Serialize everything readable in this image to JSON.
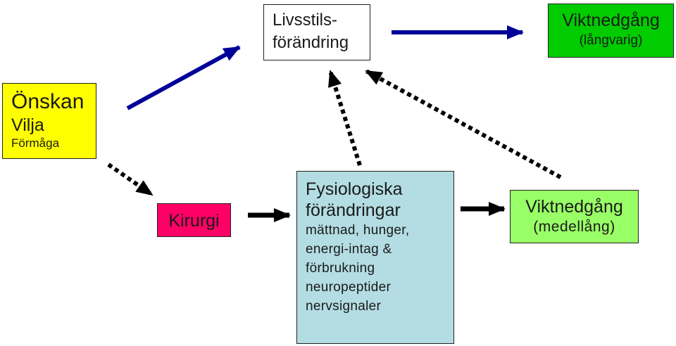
{
  "nodes": {
    "lifestyle": {
      "line1": "Livsstils-",
      "line2": "förändring",
      "fill": "#ffffff"
    },
    "weight_loss_long": {
      "line1": "Viktnedgång",
      "line2": "(långvarig)",
      "fill": "#00cc00"
    },
    "wish": {
      "line1": "Önskan",
      "line2": "Vilja",
      "line3": "Förmåga",
      "fill": "#ffff00"
    },
    "surgery": {
      "line1": "Kirurgi",
      "fill": "#ff0066"
    },
    "physiology": {
      "title1": "Fysiologiska",
      "title2": "förändringar",
      "details": [
        "mättnad, hunger,",
        "energi-intag &",
        "förbrukning",
        "neuropeptider",
        "nervsignaler"
      ],
      "fill": "#b3dde2"
    },
    "weight_loss_mid": {
      "line1": "Viktnedgång",
      "line2": "(medellång)",
      "fill": "#99ff66"
    }
  },
  "colors": {
    "solid_arrow": "#000099",
    "thick_arrow": "#000000",
    "dotted_arrow": "#000000"
  }
}
